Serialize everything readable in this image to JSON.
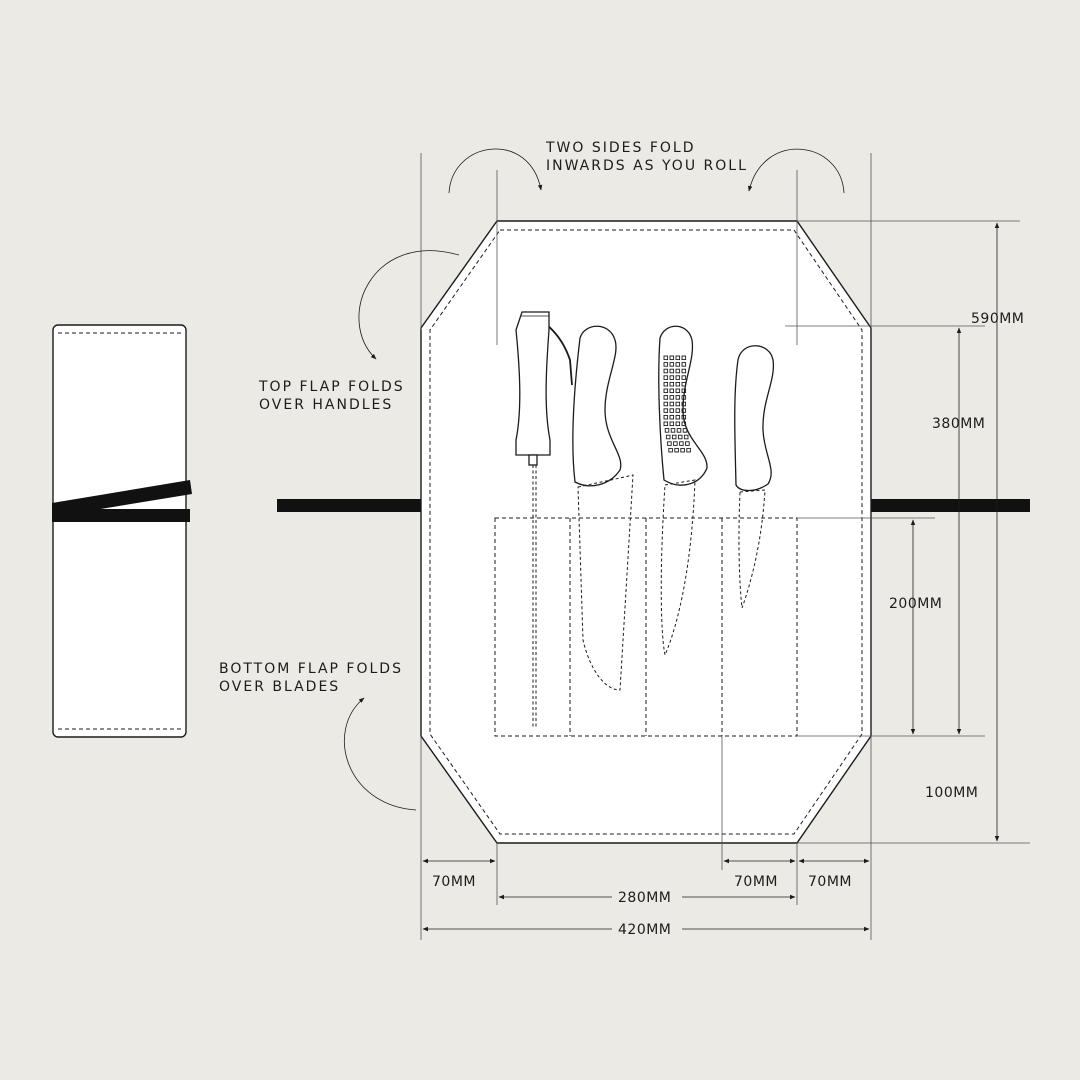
{
  "annotations": {
    "sides_fold_line1": "TWO SIDES FOLD",
    "sides_fold_line2": "INWARDS AS YOU ROLL",
    "top_flap_line1": "TOP FLAP FOLDS",
    "top_flap_line2": "OVER HANDLES",
    "bottom_flap_line1": "BOTTOM FLAP FOLDS",
    "bottom_flap_line2": "OVER BLADES"
  },
  "dimensions": {
    "total_height": "590MM",
    "flap_to_bottom": "380MM",
    "pocket_height": "200MM",
    "bottom_flap": "100MM",
    "left_side": "70MM",
    "center_width": "280MM",
    "pocket_segment": "70MM",
    "right_side": "70MM",
    "total_width": "420MM"
  },
  "colors": {
    "background": "#ebeae5",
    "line": "#1c1c1c",
    "fabric": "#ffffff",
    "strap": "#111111"
  }
}
